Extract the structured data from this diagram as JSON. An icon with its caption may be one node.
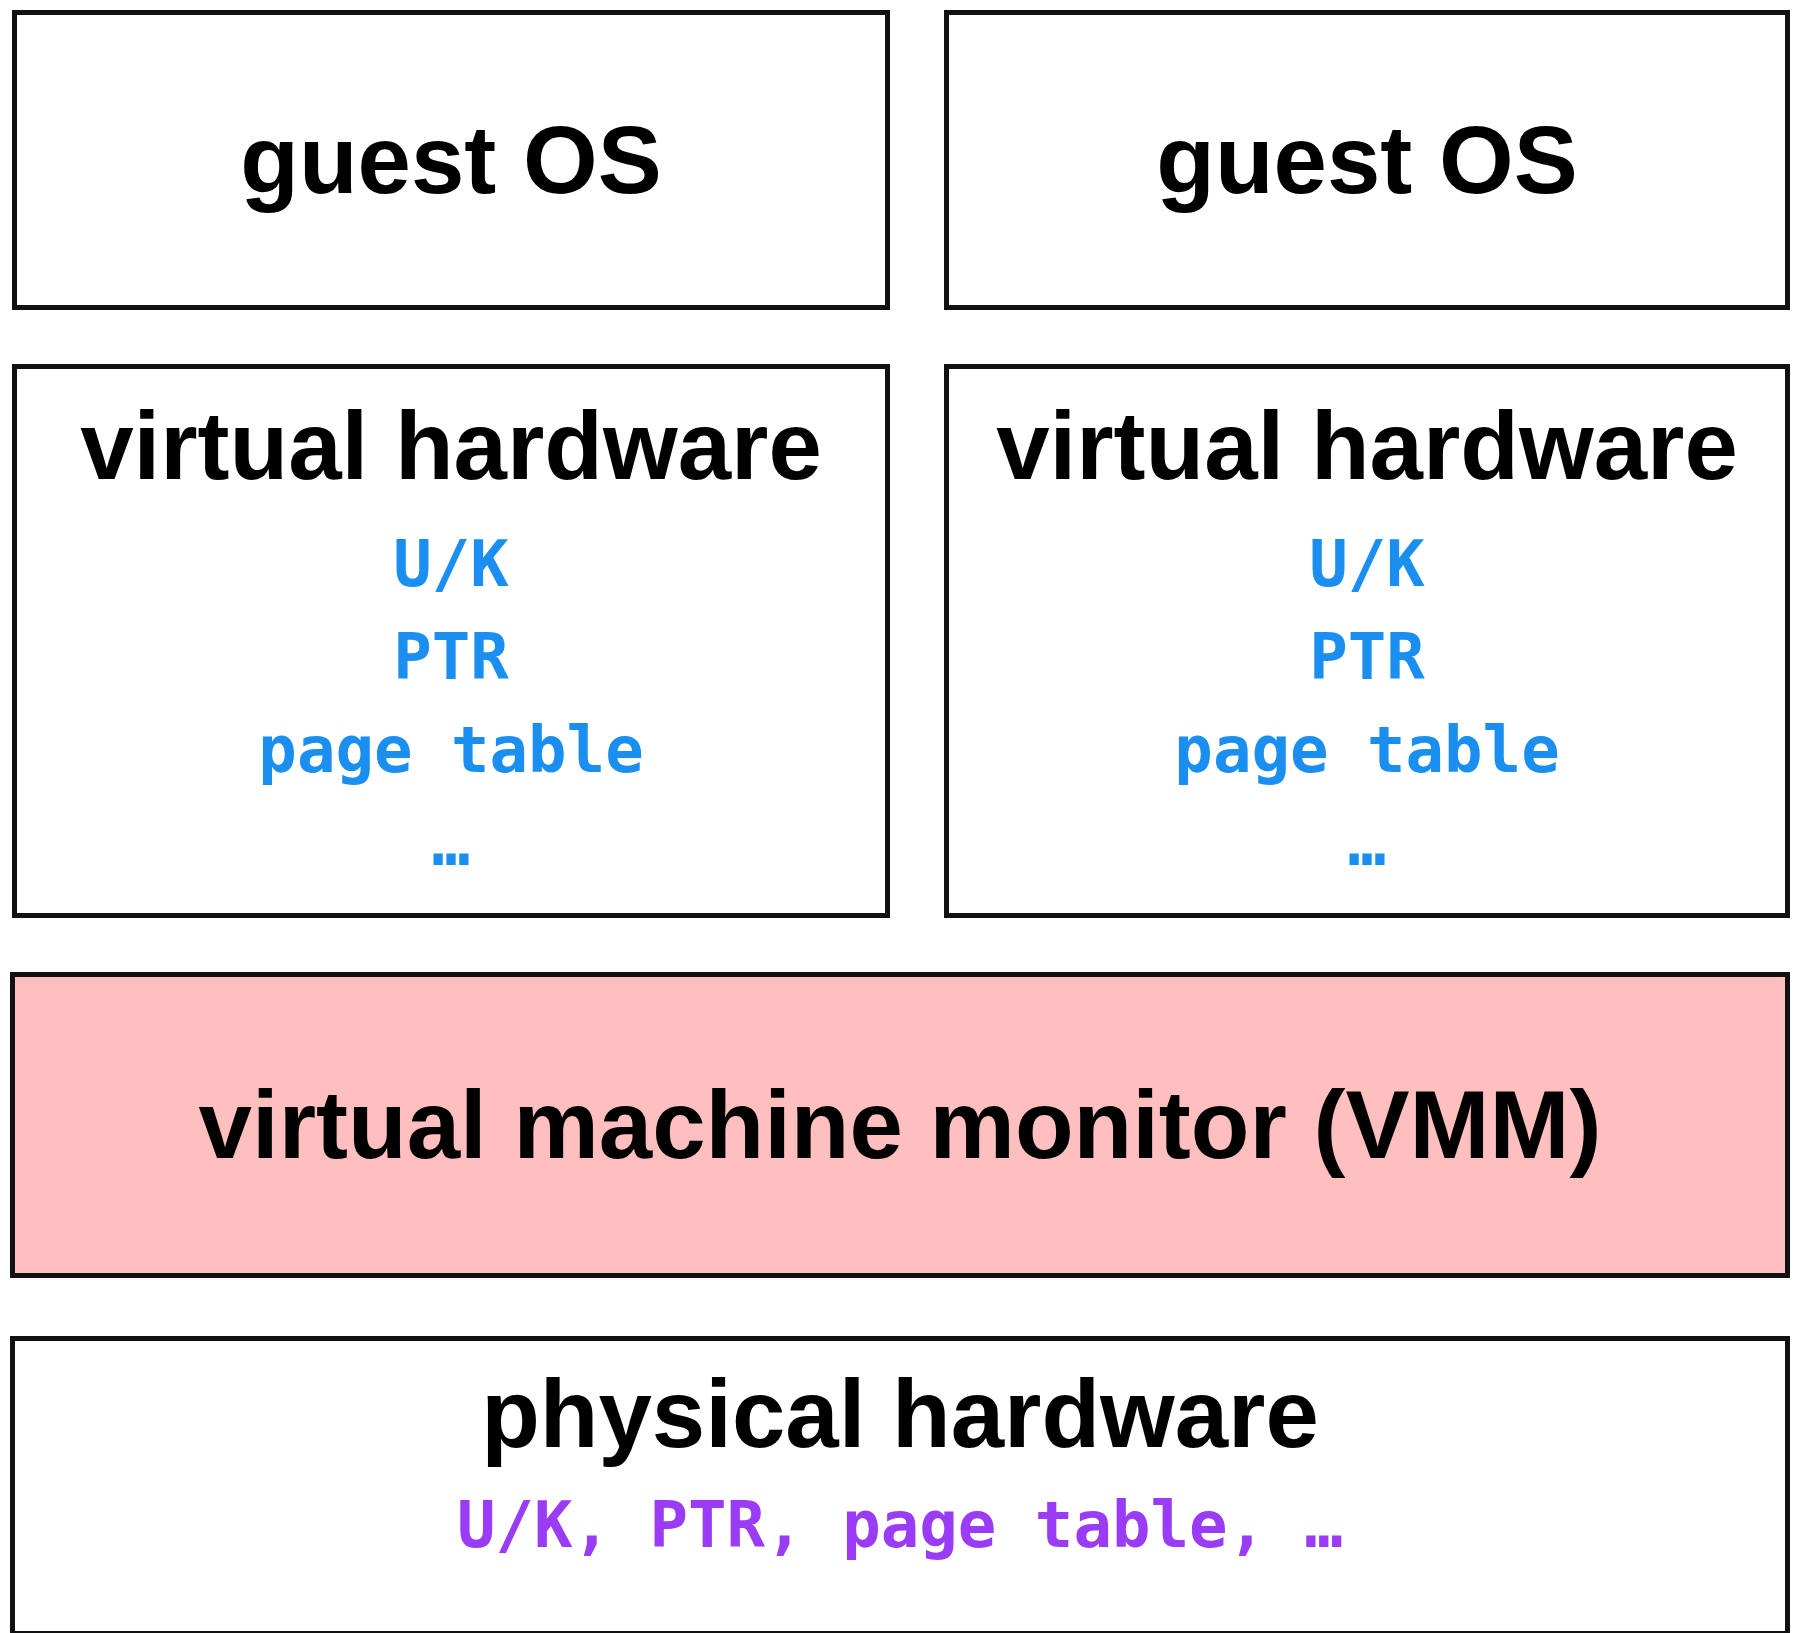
{
  "diagram": {
    "nodes": [
      {
        "text": [
          "guest OS"
        ]
      },
      {
        "text": [
          "guest OS"
        ]
      },
      {
        "text": [
          "virtual hardware",
          "U/K",
          "PTR",
          "page table",
          "…"
        ]
      },
      {
        "text": [
          "virtual hardware",
          "U/K",
          "PTR",
          "page table",
          "…"
        ]
      },
      {
        "text": [
          "virtual machine monitor (VMM)"
        ]
      },
      {
        "text": [
          "physical hardware",
          "U/K, PTR, page table, …"
        ]
      }
    ]
  }
}
